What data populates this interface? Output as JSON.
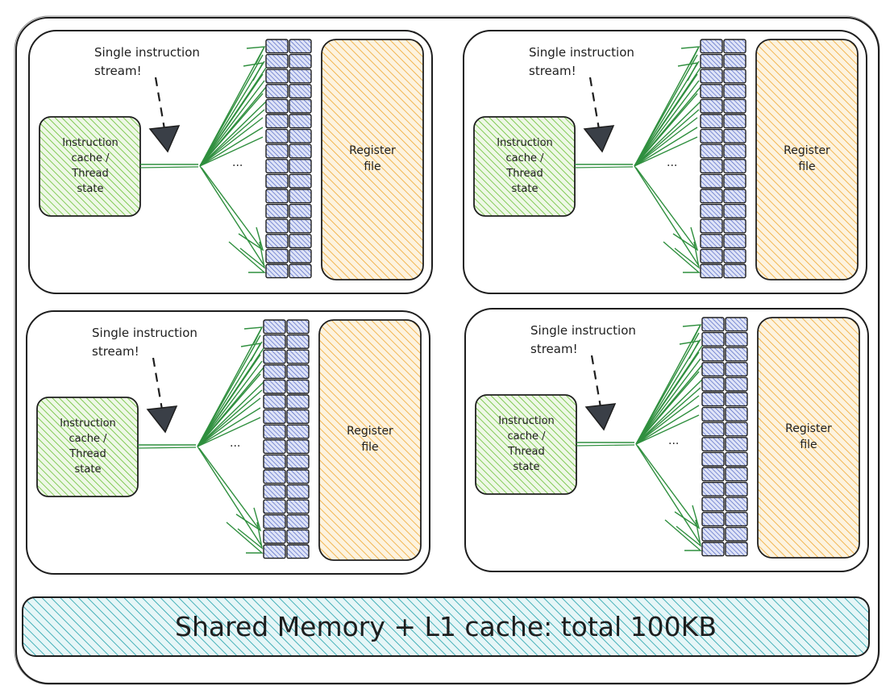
{
  "diagram": {
    "blocks": [
      {
        "annotation_line1": "Single instruction",
        "annotation_line2": "stream!",
        "cache_line1": "Instruction",
        "cache_line2": "cache /",
        "cache_line3": "Thread",
        "cache_line4": "state",
        "ellipsis": "...",
        "register_line1": "Register",
        "register_line2": "file"
      },
      {
        "annotation_line1": "Single instruction",
        "annotation_line2": "stream!",
        "cache_line1": "Instruction",
        "cache_line2": "cache /",
        "cache_line3": "Thread",
        "cache_line4": "state",
        "ellipsis": "...",
        "register_line1": "Register",
        "register_line2": "file"
      },
      {
        "annotation_line1": "Single instruction",
        "annotation_line2": "stream!",
        "cache_line1": "Instruction",
        "cache_line2": "cache /",
        "cache_line3": "Thread",
        "cache_line4": "state",
        "ellipsis": "...",
        "register_line1": "Register",
        "register_line2": "file"
      },
      {
        "annotation_line1": "Single instruction",
        "annotation_line2": "stream!",
        "cache_line1": "Instruction",
        "cache_line2": "cache /",
        "cache_line3": "Thread",
        "cache_line4": "state",
        "ellipsis": "...",
        "register_line1": "Register",
        "register_line2": "file"
      }
    ],
    "shared_memory_label": "Shared Memory + L1 cache: total 100KB",
    "colors": {
      "outline": "#1e1e1e",
      "instruction_cache": "#69c034",
      "arrows": "#2f8f3e",
      "alu": "#4a5fc1",
      "register_file": "#f0a830",
      "shared_memory": "#1fa0aa"
    }
  }
}
